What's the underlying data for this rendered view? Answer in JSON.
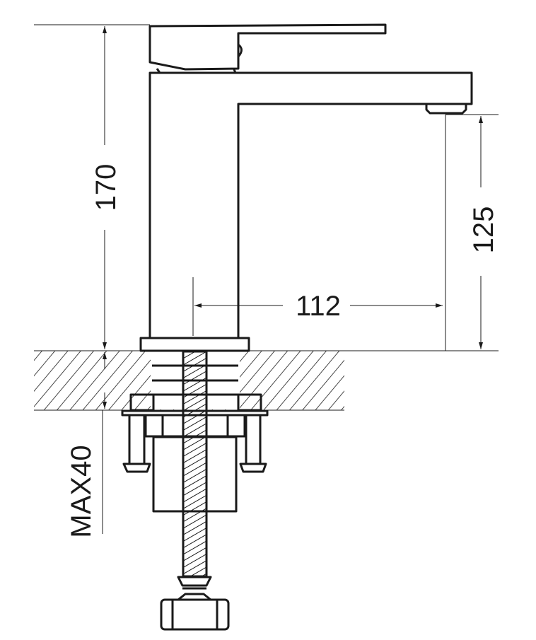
{
  "title": "Basin faucet dimension drawing",
  "dimensions": {
    "total_height": "170",
    "spout_height": "125",
    "spout_reach": "112",
    "max_deck_thickness": "MAX40"
  },
  "colors": {
    "line": "#1a1a1a",
    "background": "#ffffff"
  }
}
